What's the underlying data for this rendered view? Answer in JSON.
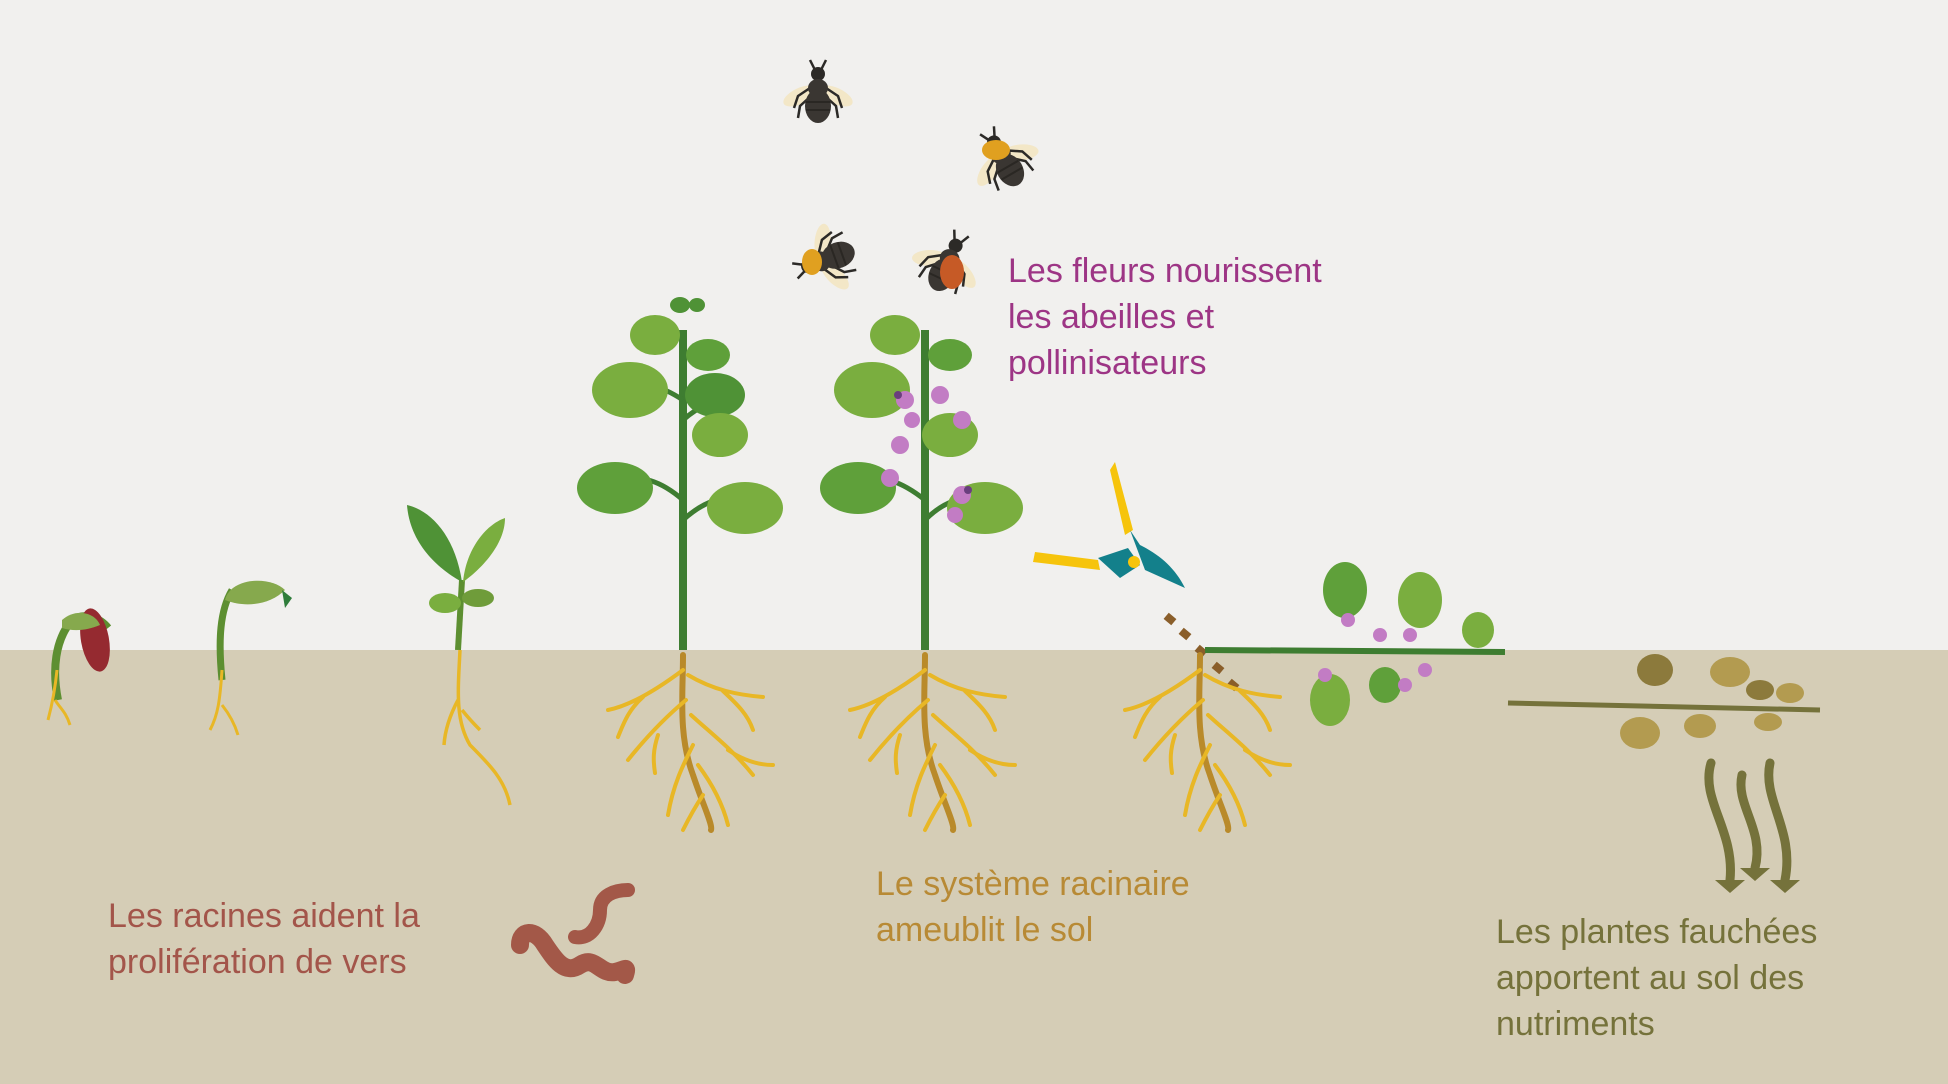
{
  "captions": {
    "flowers": {
      "lines": [
        "Les fleurs nourissent",
        "les abeilles et",
        "pollinisateurs"
      ]
    },
    "roots": {
      "lines": [
        "Les racines aident la",
        "prolifération de vers"
      ]
    },
    "root_system": {
      "lines": [
        "Le système racinaire",
        "ameublit le sol"
      ]
    },
    "cut_plants": {
      "lines": [
        "Les plantes fauchées",
        "apportent au sol des",
        "nutriments"
      ]
    }
  },
  "stages": [
    "germinating-seed",
    "sprout",
    "seedling",
    "mature-plant",
    "flowering-plant",
    "cut-plant",
    "decomposing-plant"
  ],
  "colors": {
    "sky": "#f1f0ee",
    "soil": "#d5cdb6",
    "leaf_light": "#7aae3f",
    "leaf_dark": "#4f9236",
    "stem": "#3e7d31",
    "root": "#e8b726",
    "root_core": "#b98a2a",
    "flower": "#c27cc4",
    "flower_dark": "#6a3f7e",
    "seed": "#952a30",
    "worm": "#a35848",
    "pruner_handle": "#f6c40c",
    "pruner_blade": "#13808b",
    "cut_line": "#8a5e2a",
    "dried_plant": "#75723b",
    "dried_leaf": "#b39b50",
    "text_flowers": "#9d3585",
    "text_roots": "#a3554a",
    "text_system": "#b88a35",
    "text_cut": "#75723b"
  }
}
